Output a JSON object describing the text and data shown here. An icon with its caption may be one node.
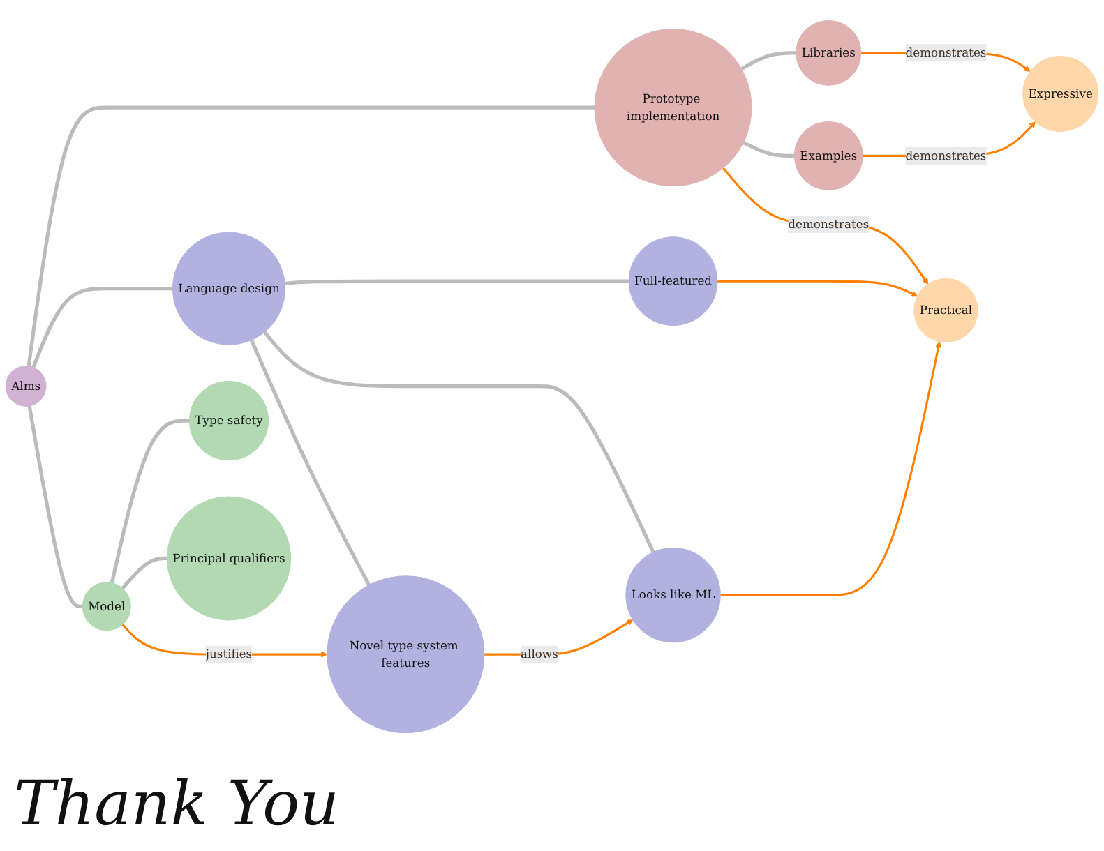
{
  "diagram": {
    "nodes": [
      {
        "text": [
          "Practical"
        ]
      },
      {
        "text": [
          "Alms"
        ]
      },
      {
        "text": [
          "Prototype implementation"
        ]
      },
      {
        "text": [
          "Full-featured"
        ]
      },
      {
        "text": [
          "Looks like ML"
        ]
      },
      {
        "text": [
          "Language design"
        ]
      },
      {
        "text": [
          "Examples"
        ]
      },
      {
        "text": [
          "Libraries"
        ]
      },
      {
        "text": [
          "Model"
        ]
      },
      {
        "text": [
          "Novel type system features"
        ]
      },
      {
        "text": [
          "Expressive"
        ]
      },
      {
        "text": [
          "Type safety"
        ]
      },
      {
        "text": [
          "Principal qualifiers"
        ]
      }
    ],
    "edges": [
      {
        "from": 1,
        "to": 2,
        "arrow": "none"
      },
      {
        "from": 1,
        "to": 5,
        "arrow": "none"
      },
      {
        "from": 1,
        "to": 8,
        "arrow": "none"
      },
      {
        "from": 2,
        "to": 7,
        "arrow": "none"
      },
      {
        "from": 2,
        "to": 6,
        "arrow": "none"
      },
      {
        "from": 5,
        "to": 3,
        "arrow": "none"
      },
      {
        "from": 5,
        "to": 4,
        "arrow": "none"
      },
      {
        "from": 5,
        "to": 9,
        "arrow": "none"
      },
      {
        "from": 8,
        "to": 11,
        "arrow": "none"
      },
      {
        "from": 8,
        "to": 12,
        "arrow": "none"
      },
      {
        "from": 2,
        "to": 0,
        "arrow": "to",
        "label": "demonstrates",
        "color": "#ff8000"
      },
      {
        "from": 3,
        "to": 0,
        "arrow": "to",
        "color": "#ff8000"
      },
      {
        "from": 4,
        "to": 0,
        "arrow": "to",
        "color": "#ff8000"
      },
      {
        "from": 9,
        "to": 4,
        "arrow": "to",
        "label": "allows",
        "color": "#ff8000"
      },
      {
        "from": 8,
        "to": 9,
        "arrow": "to",
        "label": "justifies",
        "color": "#ff8000"
      },
      {
        "from": 7,
        "to": 10,
        "arrow": "to",
        "label": "demonstrates",
        "color": "#ff8000"
      },
      {
        "from": 6,
        "to": 10,
        "arrow": "to",
        "label": "demonstrates",
        "color": "#ff8000"
      }
    ],
    "labels": [
      "Thank You"
    ]
  }
}
